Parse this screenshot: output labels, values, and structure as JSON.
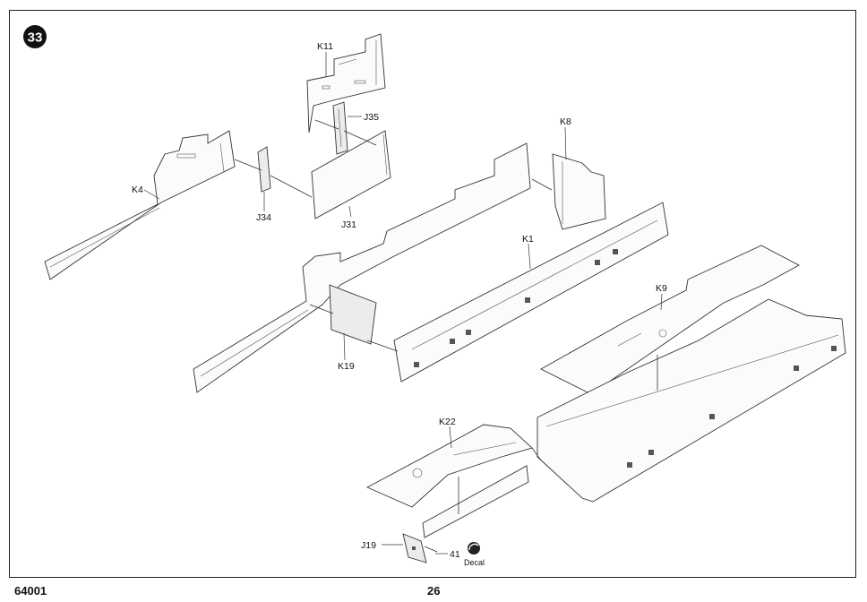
{
  "step": "33",
  "footer": {
    "code": "64001",
    "page": "26"
  },
  "parts": {
    "K11": "K11",
    "J35": "J35",
    "K8": "K8",
    "K4": "K4",
    "J34": "J34",
    "J31": "J31",
    "K1": "K1",
    "K9": "K9",
    "K19": "K19",
    "K22": "K22",
    "J19": "J19",
    "decal_number": "41",
    "decal_label": "Decal"
  }
}
